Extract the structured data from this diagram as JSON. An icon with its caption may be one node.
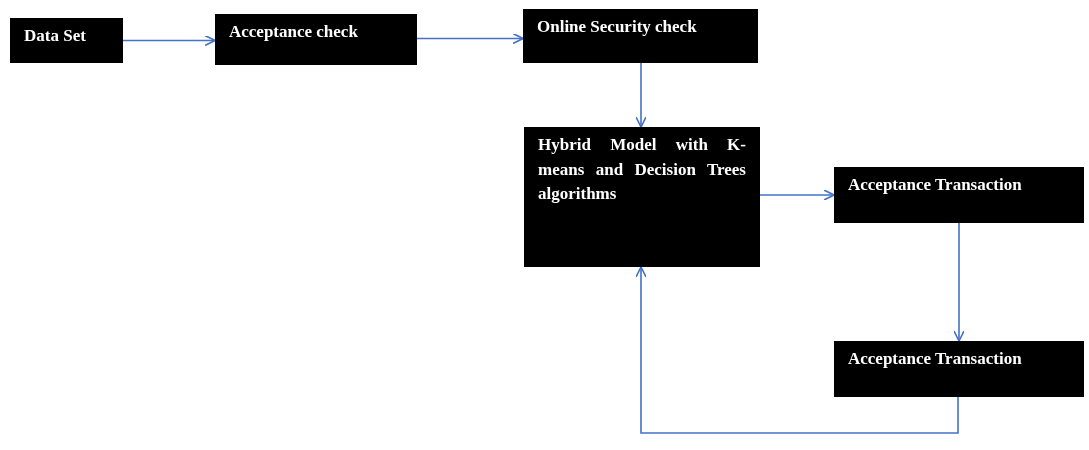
{
  "diagram": {
    "nodes": [
      {
        "text": [
          "Data Set"
        ]
      },
      {
        "text": [
          "Acceptance check"
        ]
      },
      {
        "text": [
          "Online Security check"
        ]
      },
      {
        "text": [
          "Hybrid Model with K-means and Decision Trees algorithms"
        ]
      },
      {
        "text": [
          "Acceptance Transaction"
        ]
      },
      {
        "text": [
          "Acceptance Transaction"
        ]
      }
    ],
    "edges": [
      {
        "from": 0,
        "to": 1,
        "arrow": "to"
      },
      {
        "from": 1,
        "to": 2,
        "arrow": "to"
      },
      {
        "from": 2,
        "to": 3,
        "arrow": "to"
      },
      {
        "from": 3,
        "to": 4,
        "arrow": "to"
      },
      {
        "from": 4,
        "to": 5,
        "arrow": "to"
      },
      {
        "from": 5,
        "to": 3,
        "arrow": "to"
      }
    ]
  }
}
